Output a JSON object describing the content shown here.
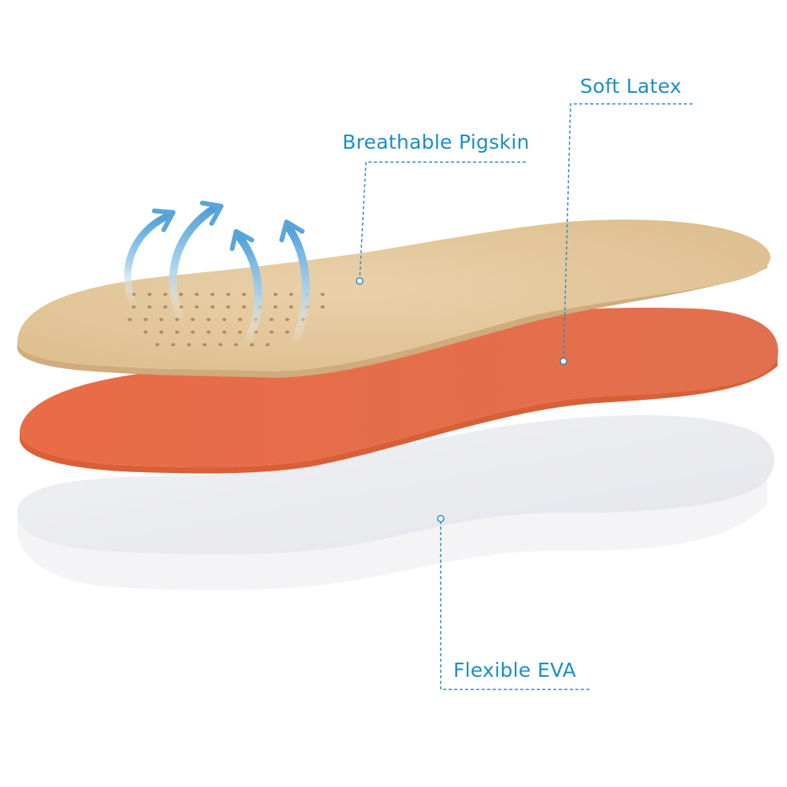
{
  "labels": {
    "pigskin": "Breathable Pigskin",
    "latex": "Soft Latex",
    "eva": "Flexible EVA"
  },
  "colors": {
    "label_text": "#1a8fc6",
    "callout_line": "#2a8fc0",
    "pigskin": "#e3c79e",
    "latex": "#e2704e",
    "eva": "#e9eaee",
    "airflow_arrow": "#7ab8de"
  },
  "icons": {
    "airflow": "airflow-arrows-icon"
  }
}
